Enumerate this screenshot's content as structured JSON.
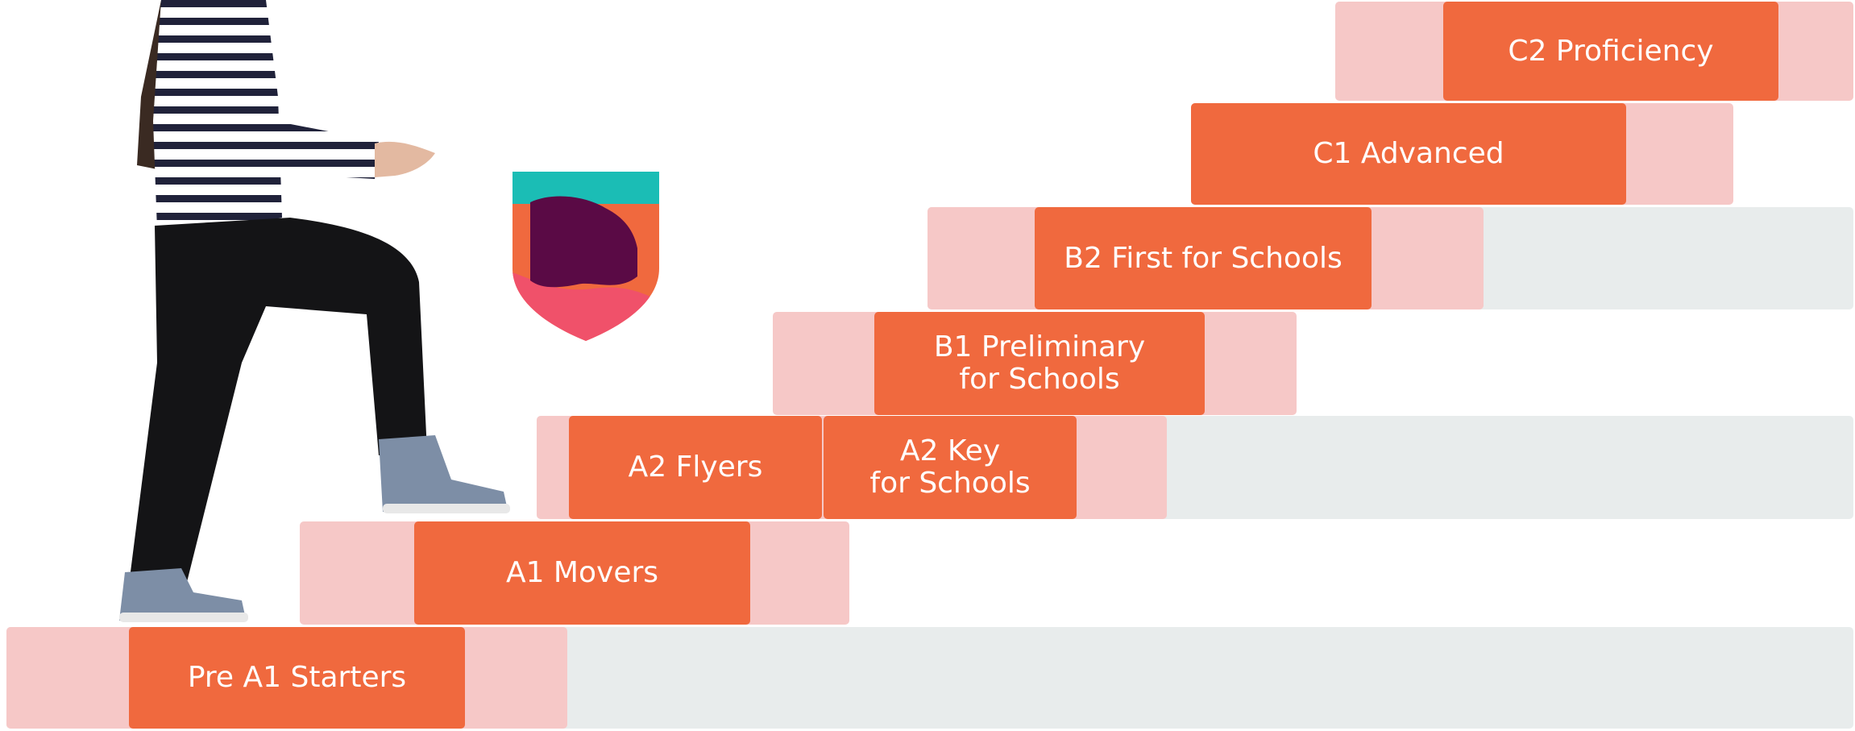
{
  "steps": [
    {
      "label": "Pre A1 Starters"
    },
    {
      "label": "A1 Movers"
    },
    {
      "label": "A2 Flyers"
    },
    {
      "label": "A2 Key\nfor Schools"
    },
    {
      "label": "B1 Preliminary\nfor Schools"
    },
    {
      "label": "B2 First for Schools"
    },
    {
      "label": "C1 Advanced"
    },
    {
      "label": "C2 Proficiency"
    }
  ],
  "colors": {
    "step": "#f0693e",
    "step_highlight": "#f6c8c7",
    "band": "#e8ecec",
    "shield_teal": "#1bbdb5",
    "shield_purple": "#5a0a45",
    "shield_pink": "#f0516a",
    "shield_orange": "#f0693e"
  },
  "icons": [
    "person-climbing-stairs",
    "cambridge-shield-logo"
  ]
}
